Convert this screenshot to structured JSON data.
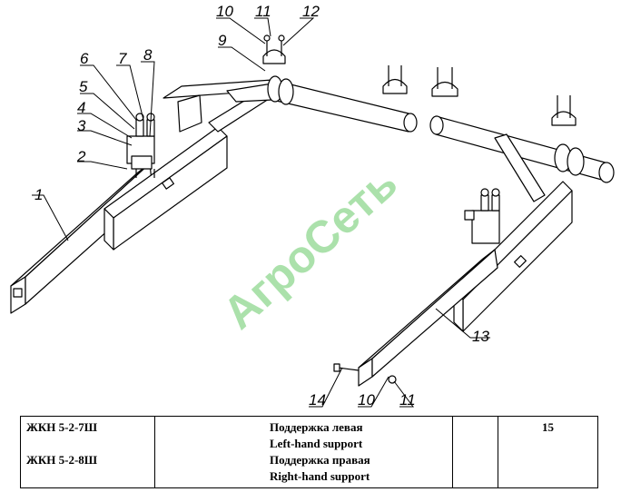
{
  "drawing": {
    "callouts": [
      "1",
      "2",
      "3",
      "4",
      "5",
      "6",
      "7",
      "8",
      "9",
      "10",
      "11",
      "12",
      "13",
      "14",
      "10",
      "11"
    ],
    "watermark": "АгроСеть"
  },
  "spec_table": {
    "codes": [
      "ЖКН 5-2-7Ш",
      "ЖКН 5-2-8Ш"
    ],
    "descriptions": [
      "Поддержка левая",
      "Left-hand support",
      "Поддержка правая",
      "Right-hand support"
    ],
    "empty": "",
    "quantity": "15"
  }
}
